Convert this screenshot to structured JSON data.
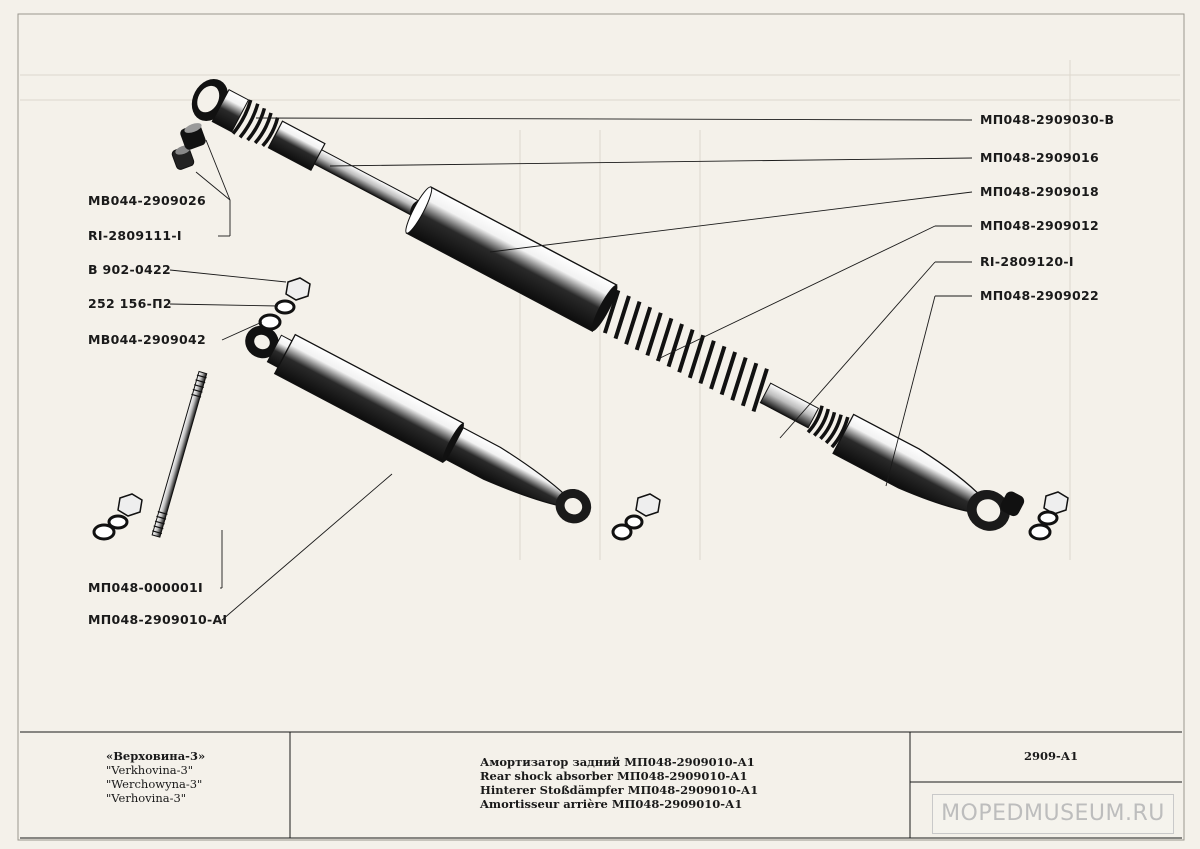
{
  "callouts": {
    "top_eye": "МП048-2909030-В",
    "cover_tube": "МП048-2909016",
    "rod": "МП048-2909018",
    "spring": "МП048-2909012",
    "rod_seal": "RI-2809120-I",
    "lower_body": "МП048-2909022",
    "bush_1": "МВ044-2909026",
    "bush_2": "RI-2809111-I",
    "nut": "В 902-0422",
    "spring_washer": "252 156-П2",
    "washer": "МВ044-2909042",
    "stud": "МП048-000001I",
    "assembly": "МП048-2909010-AI"
  },
  "title_block": {
    "model_lines": [
      "«Верховина-3»",
      "\"Verkhovina-3\"",
      "\"Werchowyna-3\"",
      "\"Verhovina-3\""
    ],
    "description_lines": [
      "Амортизатор задний МП048-2909010-А1",
      "Rear shock absorber МП048-2909010-А1",
      "Hinterer Stoßdämpfer МП048-2909010-А1",
      "Amortisseur arrière МП048-2909010-А1"
    ],
    "sheet_number": "2909-А1"
  },
  "watermark": "MOPEDMUSEUM.RU",
  "colors": {
    "paper": "#f4f1ea",
    "ink": "#1a1a1a",
    "faint": "#d8d4cb"
  }
}
